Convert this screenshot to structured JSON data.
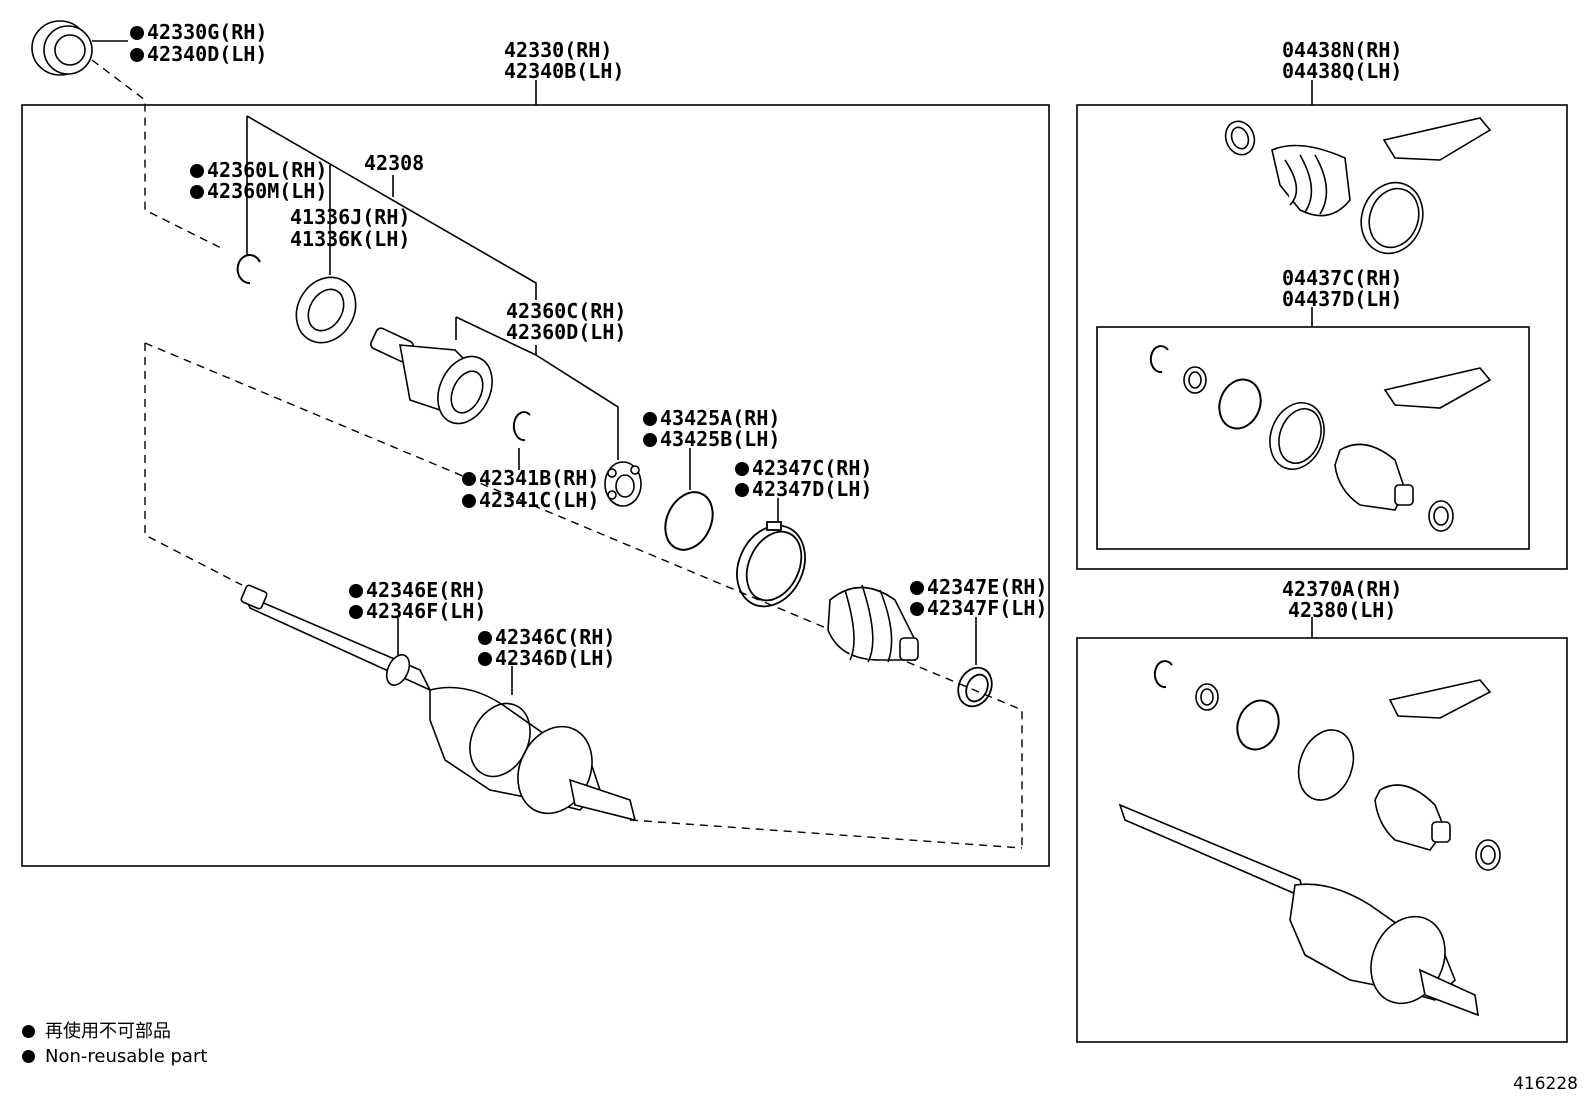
{
  "labels": {
    "p42330G": "42330G(RH)",
    "p42340D": "42340D(LH)",
    "p42330": "42330(RH)",
    "p42340B": "42340B(LH)",
    "p42360L": "42360L(RH)",
    "p42360M": "42360M(LH)",
    "p42308": "42308",
    "p41336J": "41336J(RH)",
    "p41336K": "41336K(LH)",
    "p42360C": "42360C(RH)",
    "p42360D": "42360D(LH)",
    "p43425A": "43425A(RH)",
    "p43425B": "43425B(LH)",
    "p42341B": "42341B(RH)",
    "p42341C": "42341C(LH)",
    "p42347C": "42347C(RH)",
    "p42347D": "42347D(LH)",
    "p42346E": "42346E(RH)",
    "p42346F": "42346F(LH)",
    "p42346C": "42346C(RH)",
    "p42346D": "42346D(LH)",
    "p42347E": "42347E(RH)",
    "p42347F": "42347F(LH)",
    "p04438N": "04438N(RH)",
    "p04438Q": "04438Q(LH)",
    "p04437C": "04437C(RH)",
    "p04437D": "04437D(LH)",
    "p42370A": "42370A(RH)",
    "p42380": "42380(LH)"
  },
  "legend": {
    "line1": "再使用不可部品",
    "line2": "Non-reusable part"
  },
  "diagram_number": "416228"
}
